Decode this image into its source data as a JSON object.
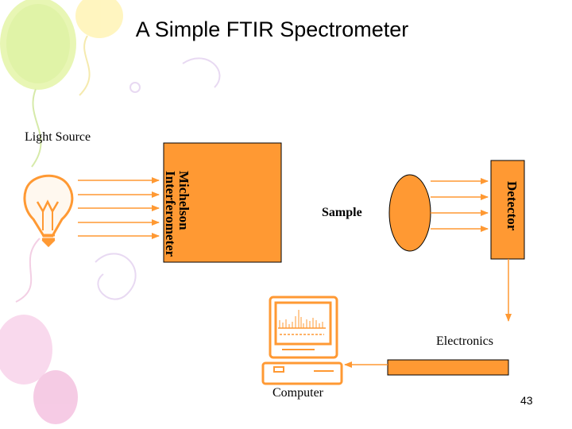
{
  "slide": {
    "title": "A Simple FTIR Spectrometer",
    "page_number": "43"
  },
  "labels": {
    "light_source": "Light Source",
    "interferometer_line1": "Michelson",
    "interferometer_line2": "Interferometer",
    "sample": "Sample",
    "detector": "Detector",
    "electronics": "Electronics",
    "computer": "Computer"
  },
  "colors": {
    "accent": "#ff9933",
    "outline": "#000000",
    "balloon_green": "#ddf29a",
    "balloon_pink": "#f7c8e6",
    "balloon_yellow": "#fff2a8"
  },
  "icons": [
    "light-bulb-icon",
    "computer-icon",
    "balloon-decoration"
  ]
}
